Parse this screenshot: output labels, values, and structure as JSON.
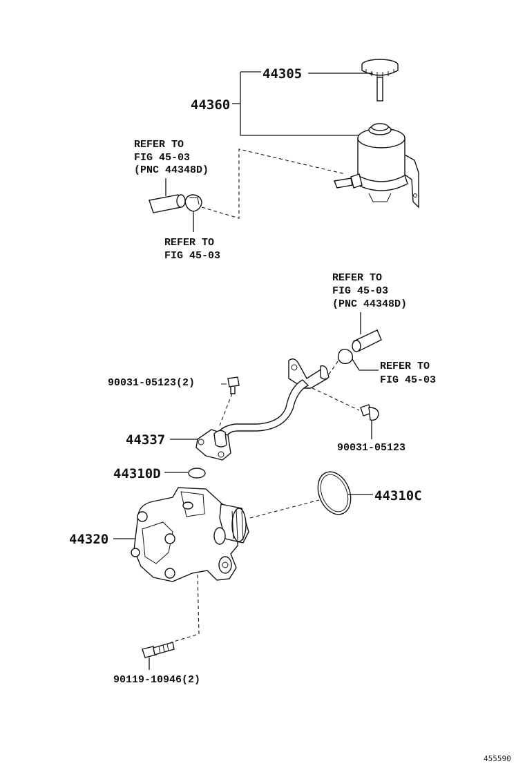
{
  "labels": {
    "p44305": "44305",
    "p44360": "44360",
    "ref1_a": "REFER TO",
    "ref1_b": "FIG 45-03",
    "ref1_c": "(PNC 44348D)",
    "ref2_a": "REFER TO",
    "ref2_b": "FIG 45-03",
    "ref3_a": "REFER TO",
    "ref3_b": "FIG 45-03",
    "ref3_c": "(PNC 44348D)",
    "ref4_a": "REFER TO",
    "ref4_b": "FIG 45-03",
    "p90031_2": "90031-05123(2)",
    "p44337": "44337",
    "p90031": "90031-05123",
    "p44310D": "44310D",
    "p44310C": "44310C",
    "p44320": "44320",
    "p90119": "90119-10946(2)",
    "figure_id": "455590"
  }
}
